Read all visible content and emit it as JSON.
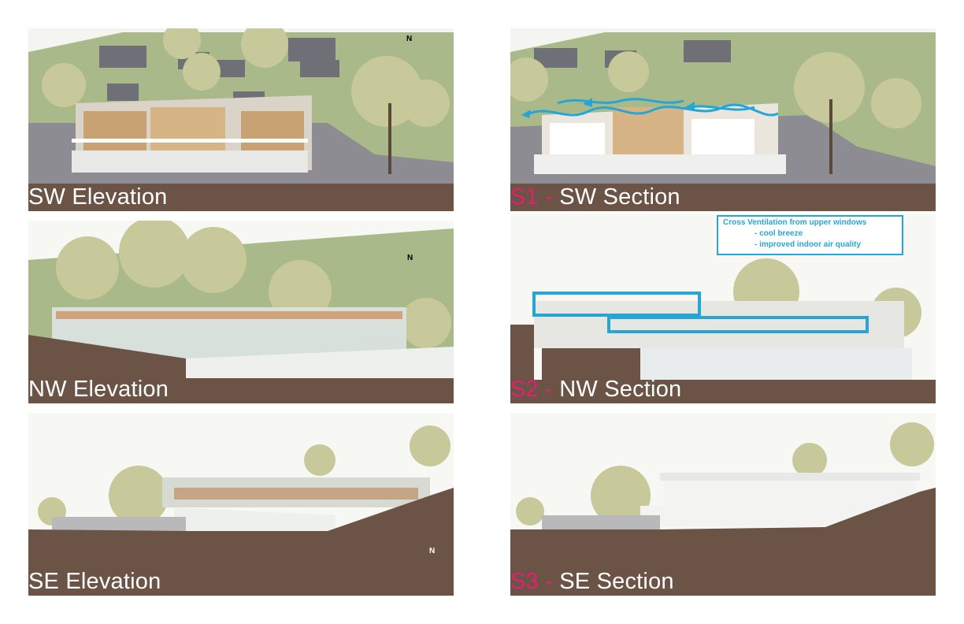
{
  "panels": [
    {
      "id": "sw-elevation",
      "label": "SW Elevation",
      "prefix": "",
      "dash": ""
    },
    {
      "id": "sw-section",
      "label": "SW Section",
      "prefix": "S1",
      "dash": " - "
    },
    {
      "id": "nw-elevation",
      "label": "NW Elevation",
      "prefix": "",
      "dash": ""
    },
    {
      "id": "nw-section",
      "label": "NW Section",
      "prefix": "S2",
      "dash": " - "
    },
    {
      "id": "se-elevation",
      "label": "SE Elevation",
      "prefix": "",
      "dash": ""
    },
    {
      "id": "se-section",
      "label": "SE Section",
      "prefix": "S3",
      "dash": " - "
    }
  ],
  "compass_letter": "N",
  "annotation": {
    "title": "Cross Ventilation from upper windows",
    "items": [
      "- cool breeze",
      "- improved indoor air quality"
    ]
  },
  "colors": {
    "ground": "#6b5346",
    "grass": "#a9b989",
    "sky": "#f7f7f4",
    "accent_label": "#e0216f",
    "ventilation": "#27a6d6"
  }
}
